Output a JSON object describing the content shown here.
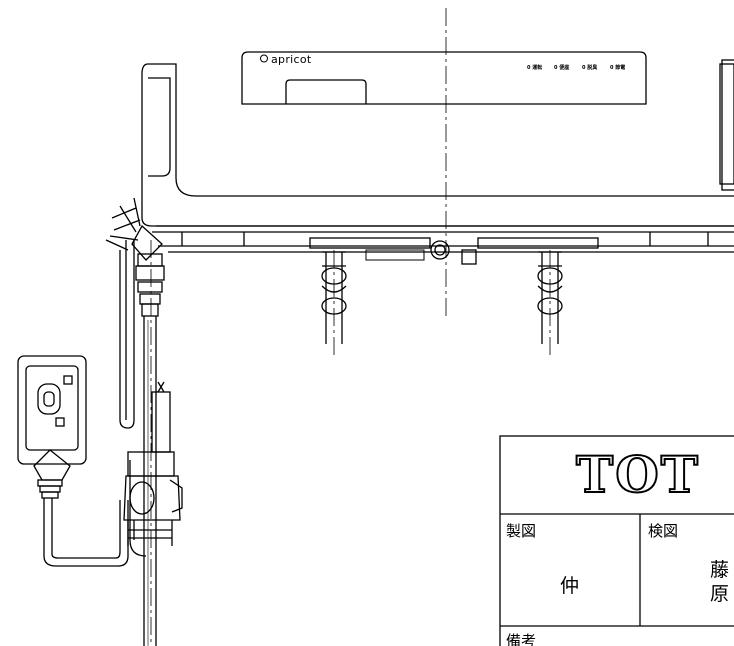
{
  "product": {
    "brand": "apricot",
    "indicators": [
      "0 運転",
      "0 便座",
      "0 脱臭",
      "0 節電"
    ]
  },
  "title_block": {
    "company_logo": "TOT",
    "drawn_label": "製図",
    "drawn_by": "仲",
    "checked_label": "検図",
    "checked_by_1": "藤",
    "checked_by_2": "原",
    "remarks_label": "備考"
  }
}
